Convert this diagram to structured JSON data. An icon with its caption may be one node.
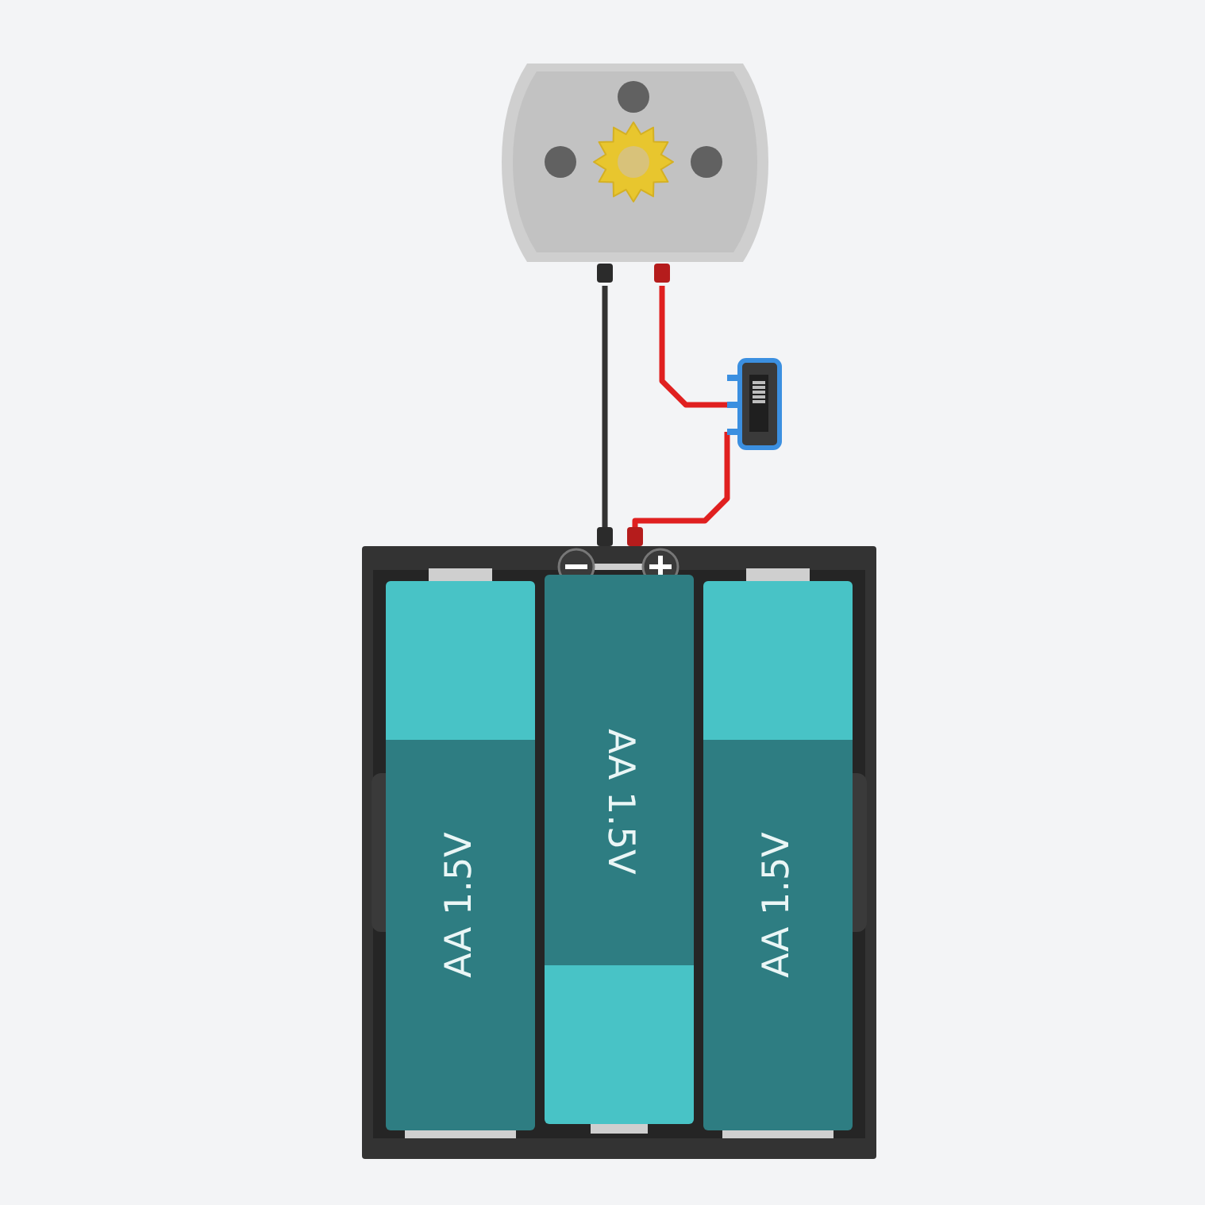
{
  "diagram": {
    "nodes": [
      {
        "text": [],
        "shape": "picture"
      },
      {
        "text": [],
        "shape": "picture"
      },
      {
        "text": [],
        "shape": "picture"
      },
      {
        "text": [
          "AA 1.5V"
        ],
        "in": 2
      },
      {
        "text": [
          "AA 1.5V"
        ],
        "in": 2
      },
      {
        "text": [
          "AA 1.5V"
        ],
        "in": 2
      }
    ],
    "edges": [
      {
        "from": 0,
        "to": 2,
        "arrow": "none",
        "color": "#333333"
      },
      {
        "from": 0,
        "to": 1,
        "arrow": "none"
      },
      {
        "from": 1,
        "to": 2,
        "arrow": "none"
      }
    ]
  }
}
